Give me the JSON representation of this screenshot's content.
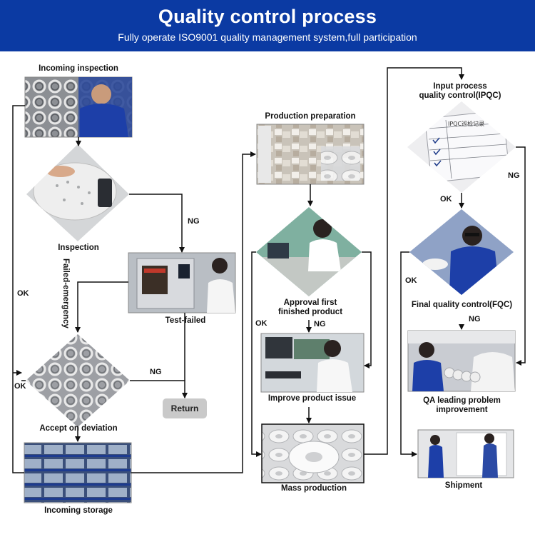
{
  "header": {
    "title": "Quality control process",
    "subtitle": "Fully operate ISO9001 quality management system,full participation"
  },
  "steps": {
    "incoming_inspection": "Incoming inspection",
    "inspection": "Inspection",
    "test_failed": "Test-failed",
    "failed_emergency": "Failed-emergency",
    "accept_on_deviation": "Accept on deviation",
    "incoming_storage": "Incoming  storage",
    "production_preparation": "Production preparation",
    "approval_first": [
      "Approval first",
      "finished product"
    ],
    "improve_product_issue": "Improve product issue",
    "mass_production": "Mass production",
    "input_process_qc": [
      "Input process",
      "quality control(IPQC)"
    ],
    "final_qc": "Final quality control(FQC)",
    "qa_leading": [
      "QA leading problem",
      "improvement"
    ],
    "shipment": "Shipment"
  },
  "flow_labels": {
    "ng": "NG",
    "ok": "OK",
    "return": "Return"
  },
  "photos": {
    "ipqc_sheet": "IPQC巡检记录"
  }
}
